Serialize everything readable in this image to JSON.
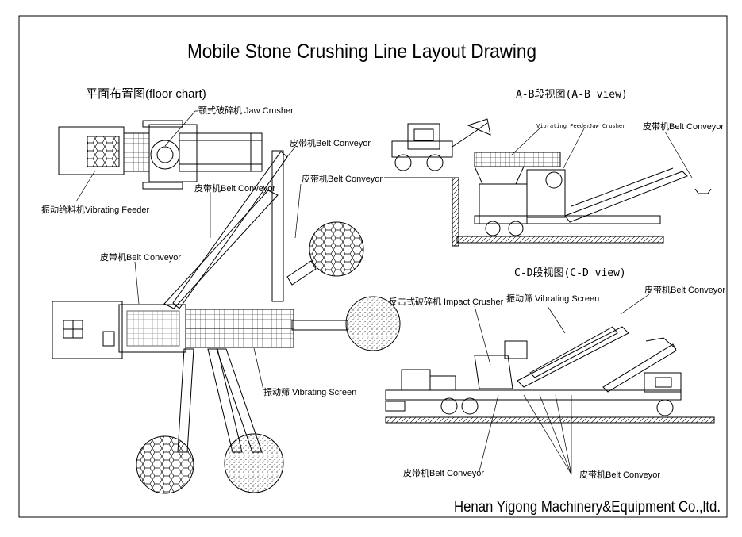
{
  "title": "Mobile Stone Crushing Line Layout Drawing",
  "company": "Henan Yigong Machinery&Equipment Co.,ltd.",
  "views": {
    "floor": "平面布置图(floor chart)",
    "ab": "A-B段视图(A-B view)",
    "cd": "C-D段视图(C-D view)"
  },
  "labels": {
    "jaw_crusher": "颚式破碎机 Jaw Crusher",
    "belt1": "皮带机Belt Conveyor",
    "belt2": "皮带机Belt Conveyor",
    "belt3": "皮带机Belt Conveyor",
    "belt4": "皮带机Belt Conveyor",
    "vibrating_feeder": "振动给料机Vibrating Feeder",
    "vibrating_screen_floor": "振动筛 Vibrating Screen",
    "ab_vibrating_feeder": "Vibrating Feeder",
    "ab_jaw_crusher": "Jaw Crusher",
    "ab_belt": "皮带机Belt Conveyor",
    "impact_crusher": "反击式破碎机 Impact Crusher",
    "cd_vibrating_screen": "振动筛 Vibrating Screen",
    "cd_belt_top": "皮带机Belt Conveyor",
    "cd_belt_bottom_left": "皮带机Belt Conveyor",
    "cd_belt_bottom_right": "皮带机Belt Conveyor"
  }
}
